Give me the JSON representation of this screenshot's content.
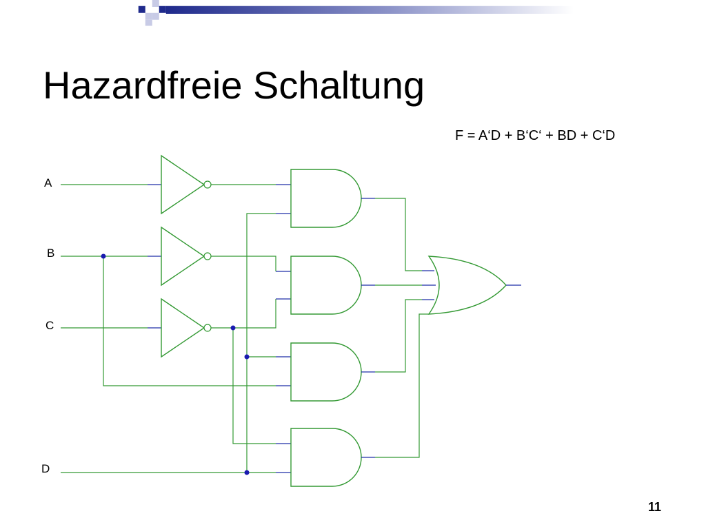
{
  "slide": {
    "title": "Hazardfreie Schaltung",
    "formula": "F = A‘D + B‘C‘ + BD + C‘D",
    "page_number": "11"
  },
  "circuit": {
    "inputs": [
      "A",
      "B",
      "C",
      "D"
    ],
    "gates": {
      "inverters": [
        "NOT A",
        "NOT B",
        "NOT C"
      ],
      "and_gates": [
        "A‘D",
        "B‘C‘",
        "BD",
        "C‘D"
      ],
      "or_gate": "F"
    }
  },
  "colors": {
    "wire": "#339933",
    "junction": "#1a1ab0",
    "header_dark": "#1f2a8c",
    "header_light": "#c8cbe6"
  }
}
